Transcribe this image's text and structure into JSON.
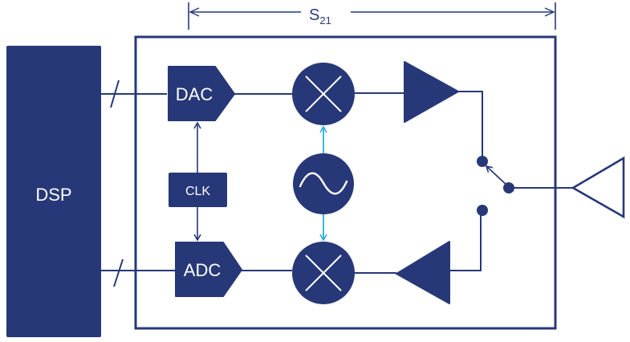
{
  "diagram": {
    "title": "RF transceiver block diagram",
    "colors": {
      "primary": "#273878",
      "lo_arrow": "#29abe2",
      "background": "#ffffff",
      "label_text": "#ffffff"
    },
    "dimension": {
      "label_main": "S",
      "label_sub": "21"
    },
    "blocks": {
      "dsp": {
        "label": "DSP"
      },
      "dac": {
        "label": "DAC"
      },
      "adc": {
        "label": "ADC"
      },
      "clk": {
        "label": "CLK"
      },
      "tx_mixer": {
        "symbol": "mixer-x"
      },
      "rx_mixer": {
        "symbol": "mixer-x"
      },
      "oscillator": {
        "symbol": "sine-wave"
      },
      "tx_amplifier": {
        "symbol": "amplifier-triangle"
      },
      "rx_amplifier": {
        "symbol": "amplifier-triangle"
      },
      "switch": {
        "symbol": "spdt-switch",
        "position": "tx"
      },
      "antenna": {
        "symbol": "antenna-triangle"
      }
    }
  }
}
